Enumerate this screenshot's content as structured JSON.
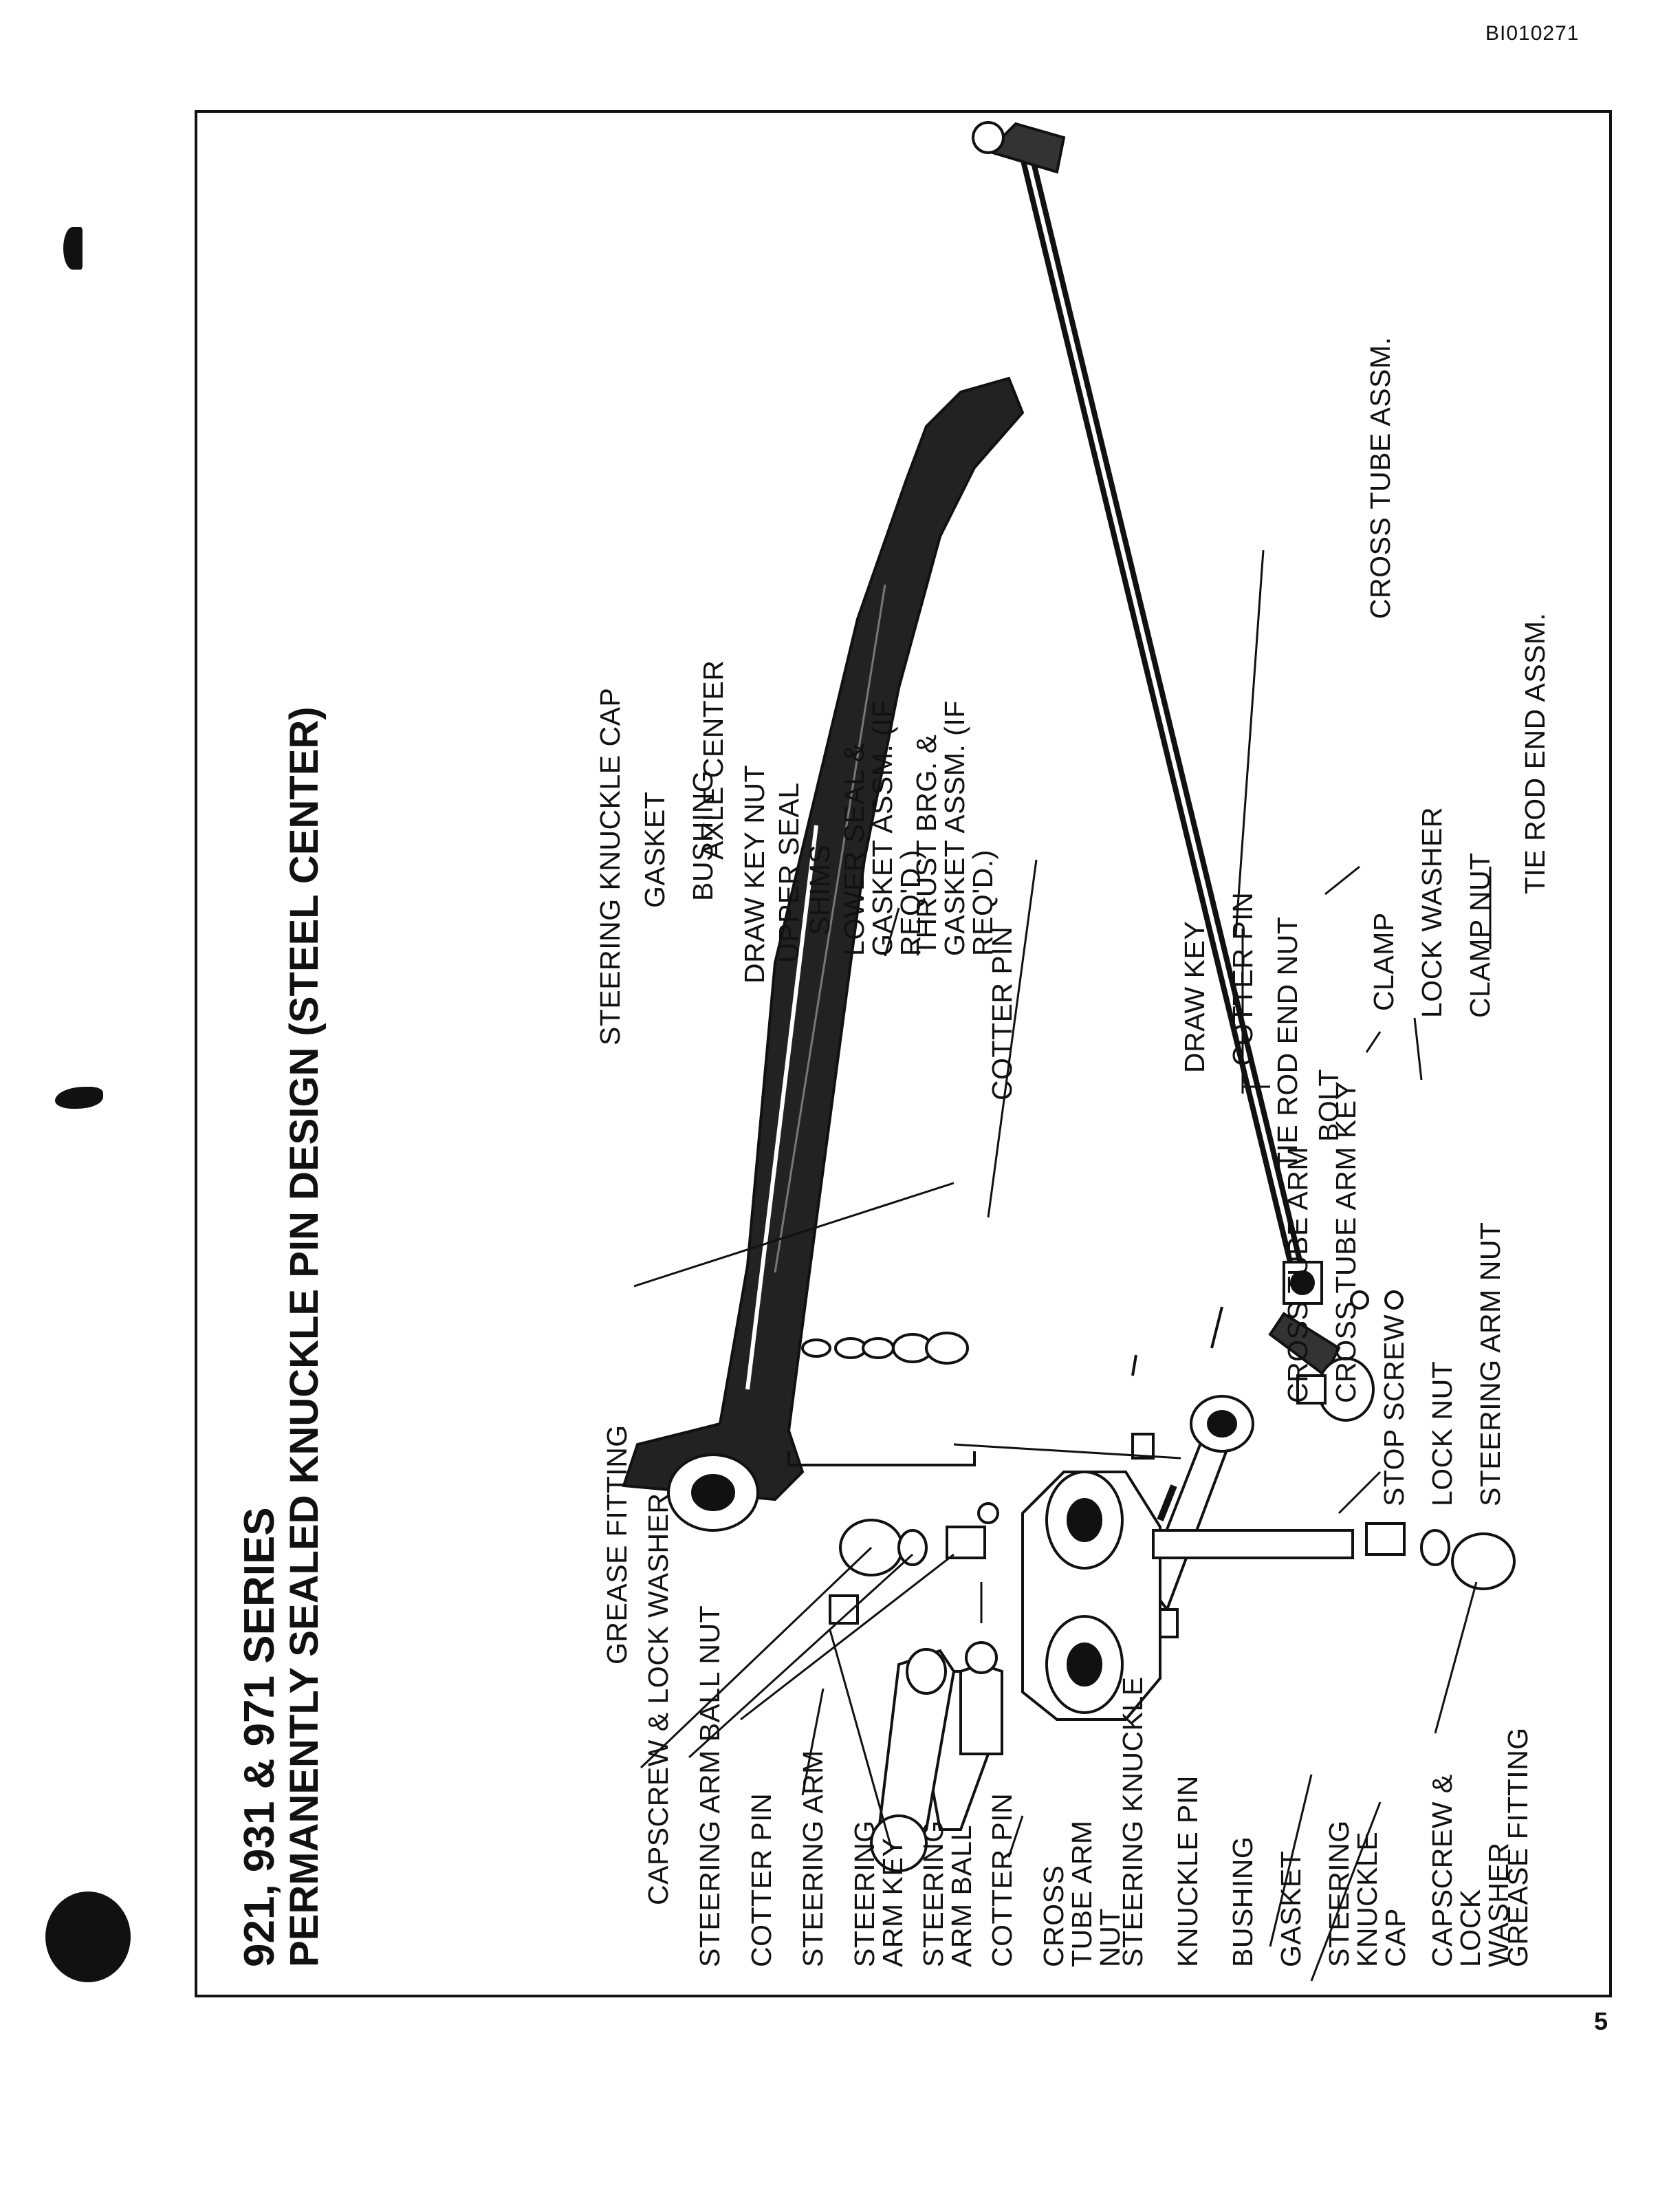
{
  "document_id": "BI010271",
  "page_number": "5",
  "title": {
    "line1": "921, 931 & 971 SERIES",
    "line2": "PERMANENTLY SEALED KNUCKLE PIN DESIGN (STEEL CENTER)"
  },
  "labels_left": [
    "GREASE FITTING",
    "CAPSCREW & LOCK WASHER",
    "STEERING ARM BALL NUT",
    "COTTER PIN",
    "STEERING ARM",
    "STEERING ARM KEY",
    "STEERING ARM BALL",
    "COTTER PIN",
    "CROSS TUBE ARM NUT",
    "STEERING KNUCKLE",
    "KNUCKLE PIN",
    "BUSHING",
    "GASKET",
    "STEERING KNUCKLE CAP",
    "CAPSCREW & LOCK WASHER",
    "GREASE FITTING"
  ],
  "labels_upper": [
    "STEERING KNUCKLE CAP",
    "GASKET",
    "BUSHING",
    "DRAW KEY NUT",
    "UPPER SEAL",
    "SHIMS",
    "LOWER SEAL & GASKET ASSM. (IF REQ'D.)",
    "THRUST BRG. & GASKET ASSM. (IF REQ'D.)",
    "COTTER PIN",
    "AXLE CENTER",
    "DRAW KEY"
  ],
  "labels_right": [
    "COTTER PIN",
    "TIE ROD END NUT",
    "BOLT",
    "CLAMP",
    "LOCK WASHER",
    "CLAMP NUT",
    "TIE ROD END ASSM.",
    "CROSS TUBE ASSM.",
    "CROSS TUBE ARM",
    "CROSS TUBE ARM KEY",
    "STOP SCREW",
    "LOCK NUT",
    "STEERING ARM NUT"
  ]
}
